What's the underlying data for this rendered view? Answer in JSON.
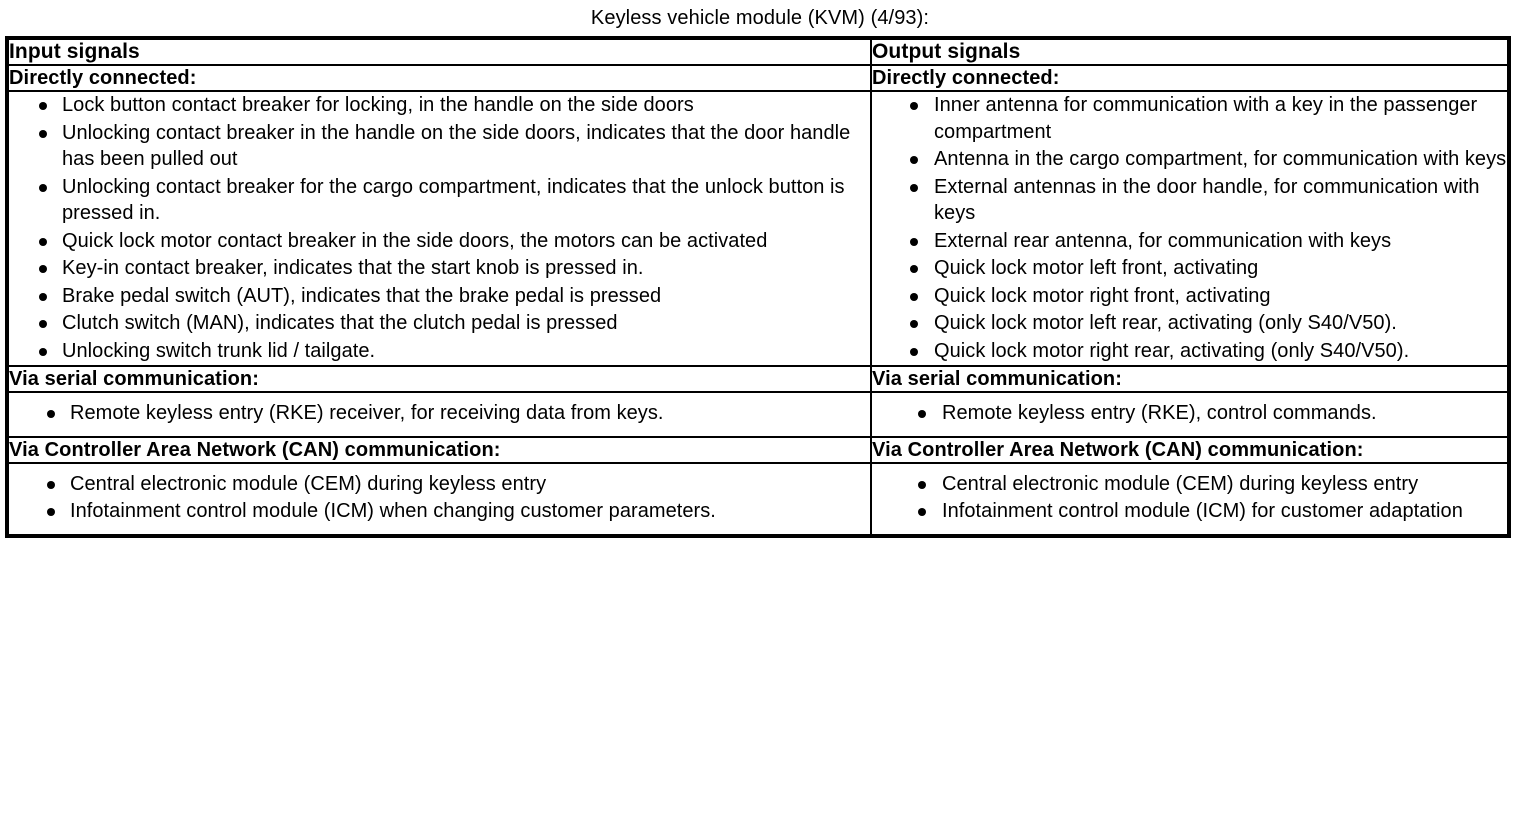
{
  "document": {
    "title": "Keyless vehicle module (KVM) (4/93):"
  },
  "table": {
    "headers": {
      "input": "Input signals",
      "output": "Output signals"
    },
    "sections": [
      {
        "key": "directly_connected",
        "left_heading": "Directly connected:",
        "right_heading": "Directly connected:",
        "left_items": [
          "Lock button contact breaker for locking, in the handle on the side doors",
          "Unlocking contact breaker in the handle on the side doors, indicates that the door handle has been pulled out",
          "Unlocking contact breaker for the cargo compartment, indicates that the unlock button is pressed in.",
          "Quick lock motor contact breaker in the side doors, the motors can be activated",
          "Key-in contact breaker, indicates that the start knob is pressed in.",
          "Brake pedal switch (AUT), indicates that the brake pedal is pressed",
          "Clutch switch (MAN), indicates that the clutch pedal is pressed",
          "Unlocking switch trunk lid / tailgate."
        ],
        "right_items": [
          "Inner antenna for communication with a key in the passenger compartment",
          "Antenna in the cargo compartment, for communication with keys",
          "External antennas in the door handle, for communication with keys",
          "External rear antenna, for communication with keys",
          "Quick lock motor left front, activating",
          "Quick lock motor right front, activating",
          "Quick lock motor left rear, activating (only S40/V50).",
          "Quick lock motor right rear, activating (only S40/V50)."
        ]
      },
      {
        "key": "via_serial_communication",
        "left_heading": "Via serial communication:",
        "right_heading": "Via serial communication:",
        "left_items": [
          "Remote keyless entry (RKE) receiver, for receiving data from keys."
        ],
        "right_items": [
          "Remote keyless entry (RKE), control commands."
        ]
      },
      {
        "key": "via_can_communication",
        "left_heading": "Via Controller Area Network (CAN) communication:",
        "right_heading": "Via Controller Area Network (CAN) communication:",
        "left_items": [
          "Central electronic module (CEM) during keyless entry",
          "Infotainment control module (ICM) when changing customer parameters."
        ],
        "right_items": [
          "Central electronic module (CEM) during keyless entry",
          "Infotainment control module (ICM) for customer adaptation"
        ]
      }
    ]
  }
}
